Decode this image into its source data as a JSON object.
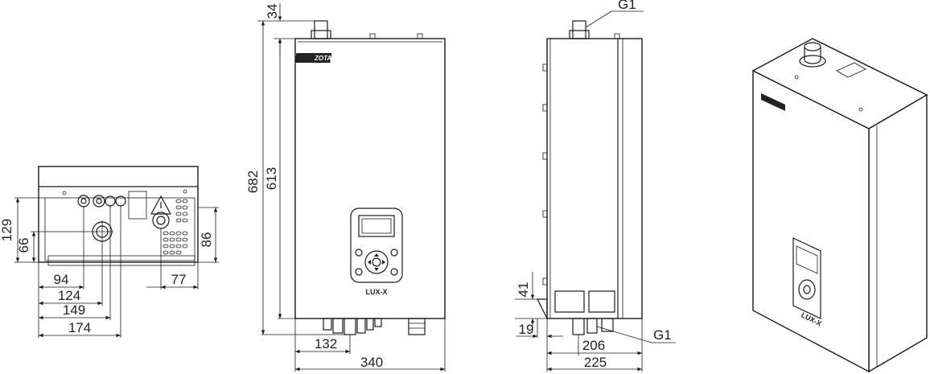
{
  "brand_logo": "ZOTA",
  "model_label": "LUX-X",
  "thread_labels": {
    "top": "G1",
    "bottom": "G1"
  },
  "dimensions": {
    "bottom_view": {
      "height_129": "129",
      "height_66": "66",
      "height_86": "86",
      "width_94": "94",
      "width_77": "77",
      "width_124": "124",
      "width_149": "149",
      "width_174": "174"
    },
    "front_view": {
      "top_34": "34",
      "height_682": "682",
      "height_613": "613",
      "width_132": "132",
      "width_340": "340"
    },
    "side_view": {
      "height_41": "41",
      "width_19": "19",
      "width_206": "206",
      "width_225": "225"
    }
  }
}
